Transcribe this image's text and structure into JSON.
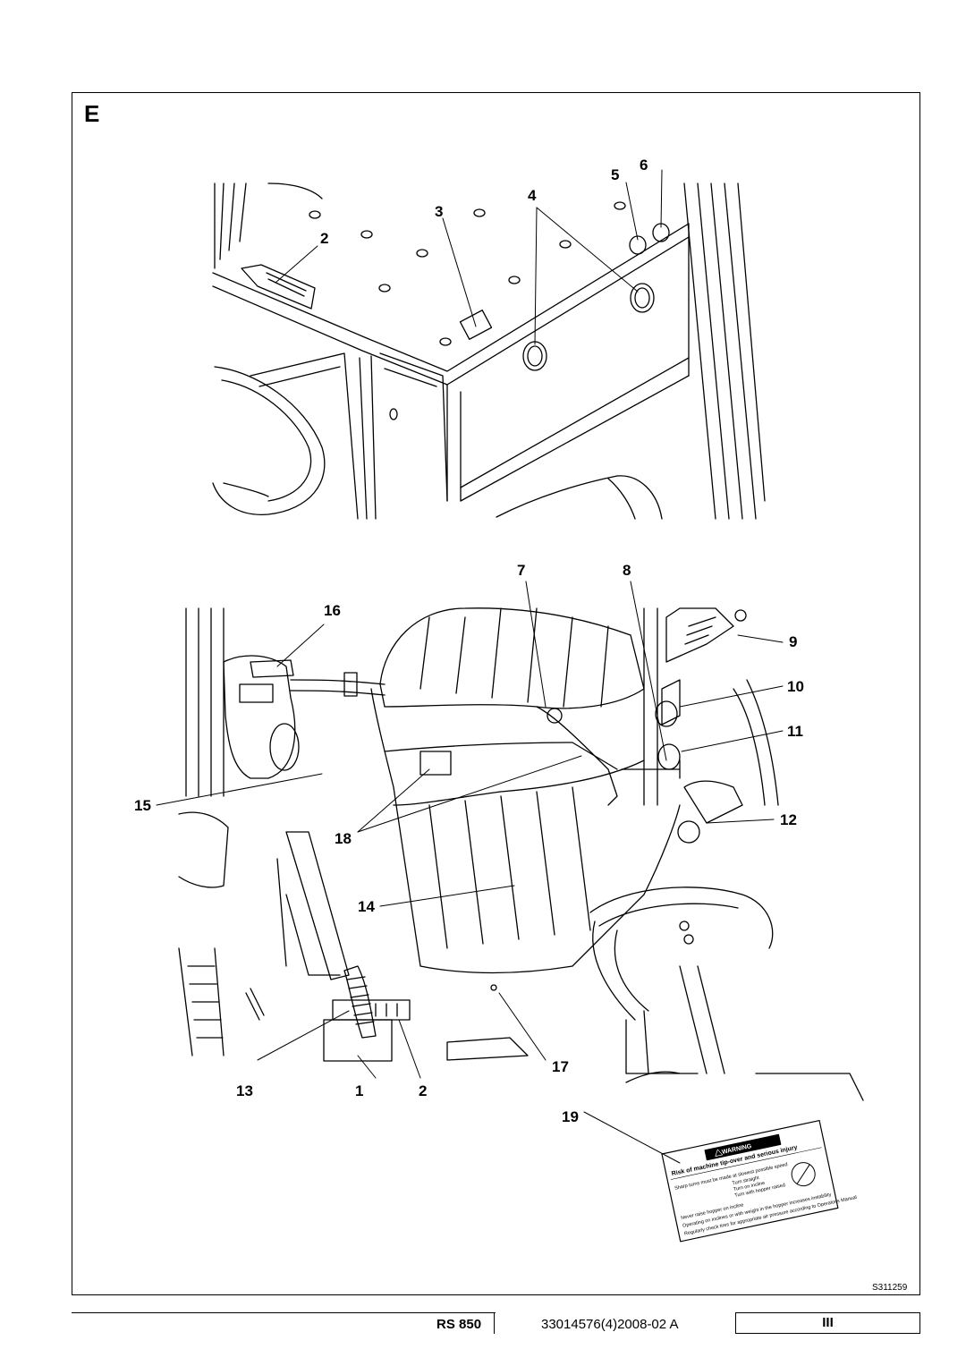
{
  "section_letter": "E",
  "callouts": [
    "1",
    "2",
    "2",
    "3",
    "4",
    "5",
    "6",
    "7",
    "8",
    "9",
    "10",
    "11",
    "12",
    "13",
    "14",
    "15",
    "16",
    "17",
    "18",
    "19"
  ],
  "figure_code": "S311259",
  "decal": {
    "header": "WARNING",
    "headline": "Risk of machine tip-over and serious injury",
    "lines": [
      "Sharp turns must be made at slowest possible speed",
      "Never raise hopper on incline",
      "Operating on inclines or with weight in the hopper increases instability",
      "Regularly check tires for appropriate air pressure according to Operator's Manual"
    ],
    "options": [
      "Turn straight",
      "Turn on incline",
      "Turn with hopper raised"
    ]
  },
  "footer": {
    "model": "RS 850",
    "document_number": "33014576(4)2008-02 A",
    "page": "III"
  }
}
